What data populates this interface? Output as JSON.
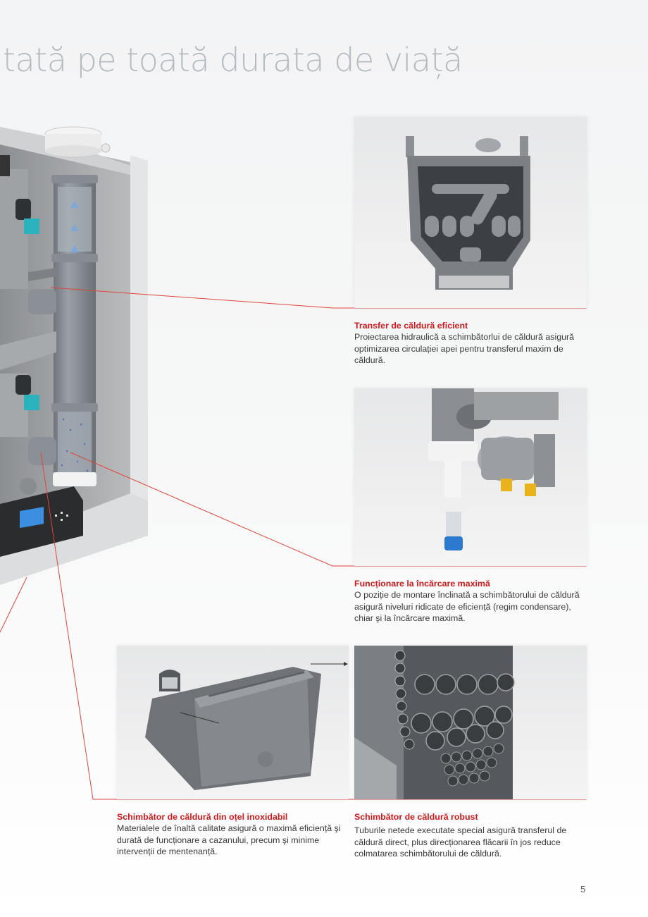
{
  "header": {
    "title": "tată pe toată durata de viață"
  },
  "illustrations": {
    "boiler": "boiler-cutaway-illustration",
    "photo_1": "heat-exchanger-cross-section-photo",
    "photo_2": "condensate-trap-and-fan-photo",
    "photo_3": "stainless-steel-heat-exchanger-photo",
    "photo_4": "heat-exchanger-tubes-photo"
  },
  "features": [
    {
      "title": "Transfer de căldură eficient",
      "text": "Proiectarea hidraulică a schimbătorlui de căldură asigură optimizarea circulației apei pentru transferul maxim de căldură."
    },
    {
      "title": "Funcționare la încărcare maximă",
      "text": "O poziție de montare înclinată a schimbătorului de căldură asigură niveluri ridicate de eficiență (regim condensare), chiar şi la încărcare maximă."
    },
    {
      "title": "Schimbător de căldură din oțel inoxidabil",
      "text": "Materialele de înaltă calitate asigură o maximă eficiență şi durată de funcționare a cazanului, precum şi minime intervenții de mentenanță."
    },
    {
      "title": "Schimbător de căldură robust",
      "text": "Tuburile netede executate special asigură transferul de căldură direct, plus direcționarea flăcarii în jos reduce colmatarea schimbătorului de căldură."
    }
  ],
  "colors": {
    "accent_red": "#d0181c",
    "leader_line": "#e0453a",
    "title_gray": "#b4bcc2"
  },
  "footer": {
    "page_number": "5"
  }
}
